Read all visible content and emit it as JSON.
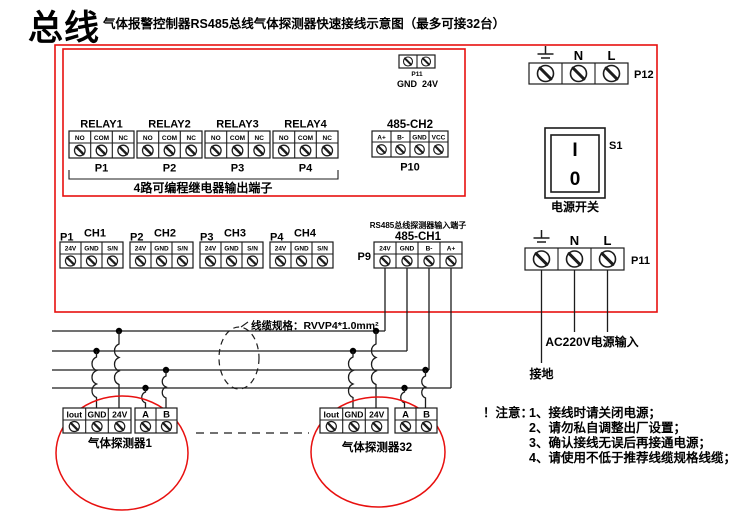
{
  "header": {
    "title": "总线",
    "subtitle": "气体报警控制器RS485总线气体探测器快速接线示意图（最多可接32台）"
  },
  "colors": {
    "accent_red": "#e8100f",
    "wire_black": "#1c1c1c"
  },
  "board": {
    "relay_caption": "4路可编程继电器输出端子",
    "relays": [
      {
        "name": "RELAY1",
        "port": "P1",
        "terminals": [
          "NO",
          "COM",
          "NC"
        ]
      },
      {
        "name": "RELAY2",
        "port": "P2",
        "terminals": [
          "NO",
          "COM",
          "NC"
        ]
      },
      {
        "name": "RELAY3",
        "port": "P3",
        "terminals": [
          "NO",
          "COM",
          "NC"
        ]
      },
      {
        "name": "RELAY4",
        "port": "P4",
        "terminals": [
          "NO",
          "COM",
          "NC"
        ]
      }
    ],
    "aux": {
      "port": "P11",
      "terminals": [
        "GND",
        "24V"
      ]
    },
    "ch2": {
      "name": "485-CH2",
      "port": "P10",
      "terminals": [
        "A+",
        "B-",
        "GND",
        "VCC"
      ]
    },
    "mains_top": {
      "port": "P12",
      "neutral": "N",
      "live": "L"
    },
    "power_switch": {
      "id": "S1",
      "on_symbol": "I",
      "off_symbol": "0",
      "caption": "电源开关"
    },
    "channels": [
      {
        "port": "P1",
        "name": "CH1",
        "terminals": [
          "24V",
          "GND",
          "S/N"
        ]
      },
      {
        "port": "P2",
        "name": "CH2",
        "terminals": [
          "24V",
          "GND",
          "S/N"
        ]
      },
      {
        "port": "P3",
        "name": "CH3",
        "terminals": [
          "24V",
          "GND",
          "S/N"
        ]
      },
      {
        "port": "P4",
        "name": "CH4",
        "terminals": [
          "24V",
          "GND",
          "S/N"
        ]
      }
    ],
    "bus_in": {
      "caption": "RS485总线探测器输入端子",
      "name": "485-CH1",
      "port": "P9",
      "terminals": [
        "24V",
        "GND",
        "B-",
        "A+"
      ]
    },
    "mains_right": {
      "port": "P11",
      "neutral": "N",
      "live": "L"
    }
  },
  "field": {
    "cable_spec": "线缆规格：RVVP4*1.0mm²",
    "ac_label": "AC220V电源输入",
    "earth_label": "接地",
    "detectors": [
      {
        "caption": "气体探测器1",
        "power_terminals": [
          "Iout",
          "GND",
          "24V"
        ],
        "bus_terminals": [
          "A",
          "B"
        ]
      },
      {
        "caption": "气体探测器32",
        "power_terminals": [
          "Iout",
          "GND",
          "24V"
        ],
        "bus_terminals": [
          "A",
          "B"
        ]
      }
    ]
  },
  "notes": {
    "prefix": "！注意：",
    "items": [
      "1、接线时请关闭电源；",
      "2、请勿私自调整出厂设置；",
      "3、确认接线无误后再接通电源；",
      "4、请使用不低于推荐线缆规格线缆；"
    ]
  }
}
